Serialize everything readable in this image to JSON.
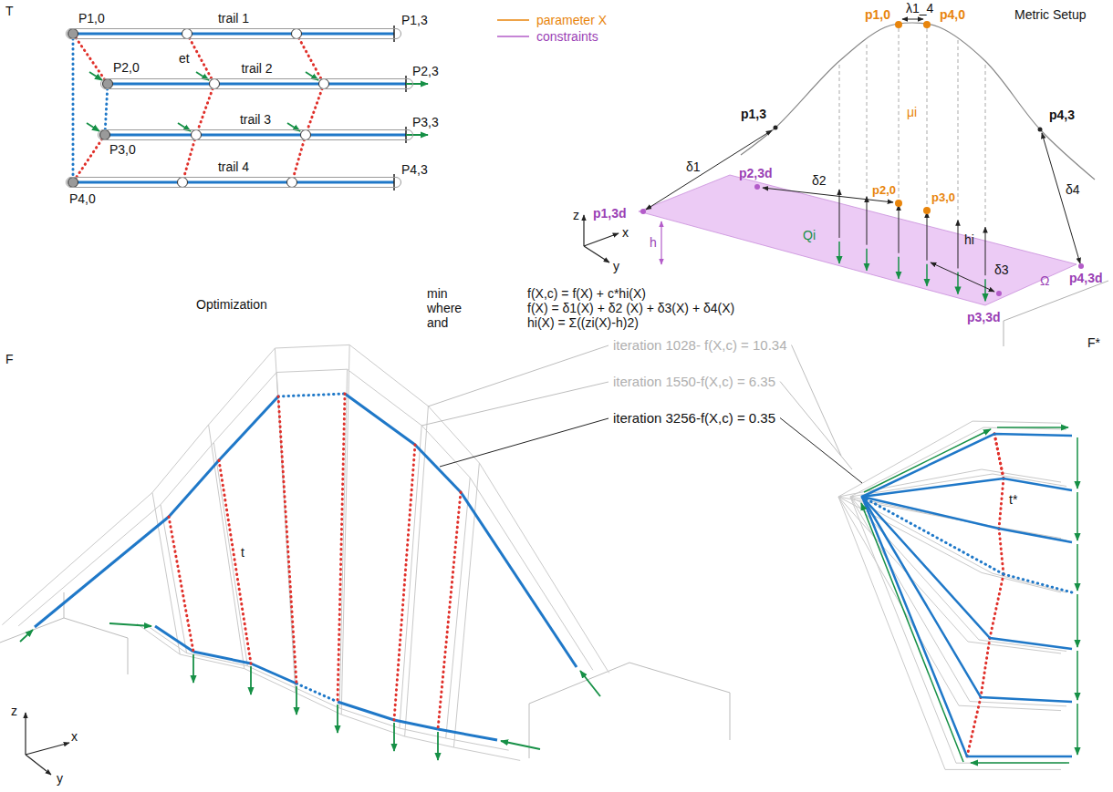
{
  "diagram": {
    "nodes": [
      {
        "text": [
          "trail 1"
        ]
      },
      {
        "text": [
          "trail 2"
        ]
      },
      {
        "text": [
          "trail 3"
        ]
      },
      {
        "text": [
          "trail 4"
        ]
      }
    ],
    "labels": [
      "T",
      "P1,0",
      "P1,3",
      "et",
      "P2,0",
      "P2,3",
      "P3,0",
      "P3,3",
      "P4,0",
      "P4,3",
      "Metric Setup",
      "λ1_4",
      "p1,0",
      "p4,0",
      "p1,3",
      "p4,3",
      "δ1",
      "μi",
      "δ4",
      "p2,3d",
      "δ2",
      "p2,0",
      "p3,0",
      "hi",
      "δ3",
      "Ω",
      "p1,3d",
      "h",
      "Qi",
      "p3,3d",
      "p4,3d",
      "z",
      "x",
      "y",
      "Optimization",
      "min",
      "f(X,c) = f(X) + c*hi(X)",
      "where",
      "f(X) = δ1(X) + δ2 (X) + δ3(X) + δ4(X)",
      "and",
      "hi(X) = Σ((zi(X)-h)2)",
      "F",
      "iteration 1028- f(X,c) = 10.34",
      "iteration 1550-f(X,c) = 6.35",
      "iteration 3256-f(X,c) = 0.35",
      "F*",
      "t",
      "t*",
      "z",
      "x",
      "y"
    ],
    "legend": [
      {
        "text": "parameter X"
      },
      {
        "text": "constraints"
      }
    ]
  }
}
